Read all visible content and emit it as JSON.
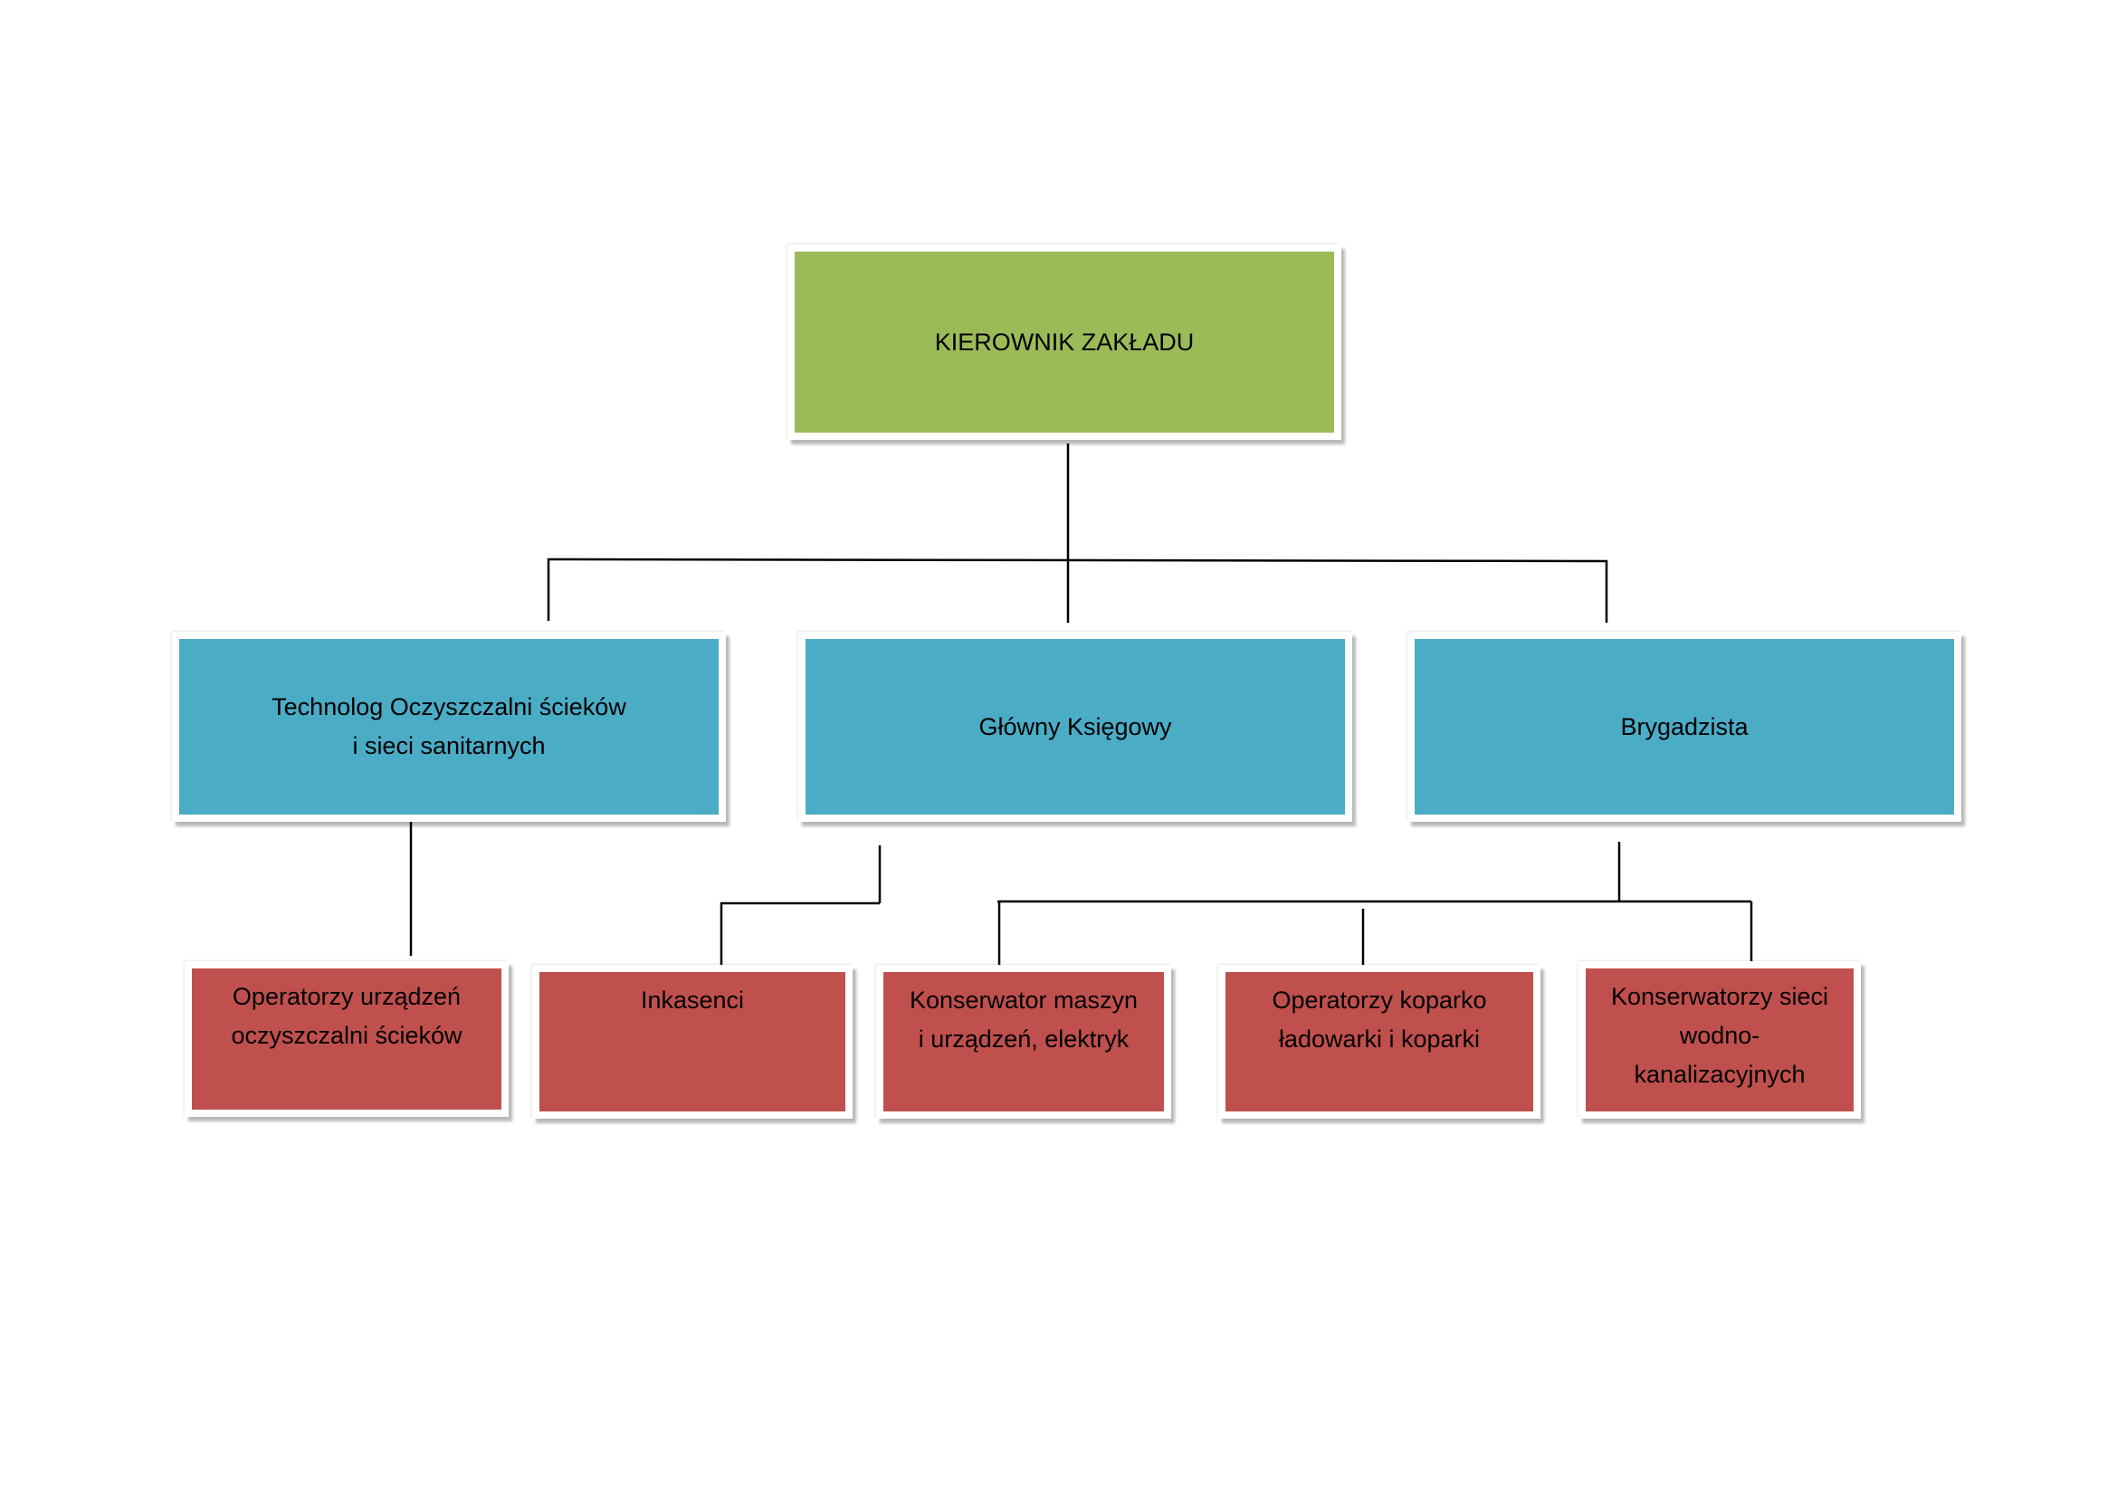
{
  "colors": {
    "level_0": "#9bbb59",
    "level_1": "#4bacc6",
    "level_2": "#c0504d",
    "connector": "#000000"
  },
  "root": {
    "label": "KIEROWNIK  ZAKŁADU"
  },
  "managers": [
    {
      "label": "Technolog Oczyszczalni ścieków\ni sieci sanitarnych"
    },
    {
      "label": "Główny Księgowy"
    },
    {
      "label": "Brygadzista"
    }
  ],
  "staff": [
    {
      "label": "Operatorzy urządzeń\noczyszczalni ścieków"
    },
    {
      "label": "Inkasenci"
    },
    {
      "label": "Konserwator maszyn\ni urządzeń, elektryk"
    },
    {
      "label": "Operatorzy koparko\nładowarki  i koparki"
    },
    {
      "label": "Konserwatorzy sieci\nwodno-\nkanalizacyjnych"
    }
  ]
}
